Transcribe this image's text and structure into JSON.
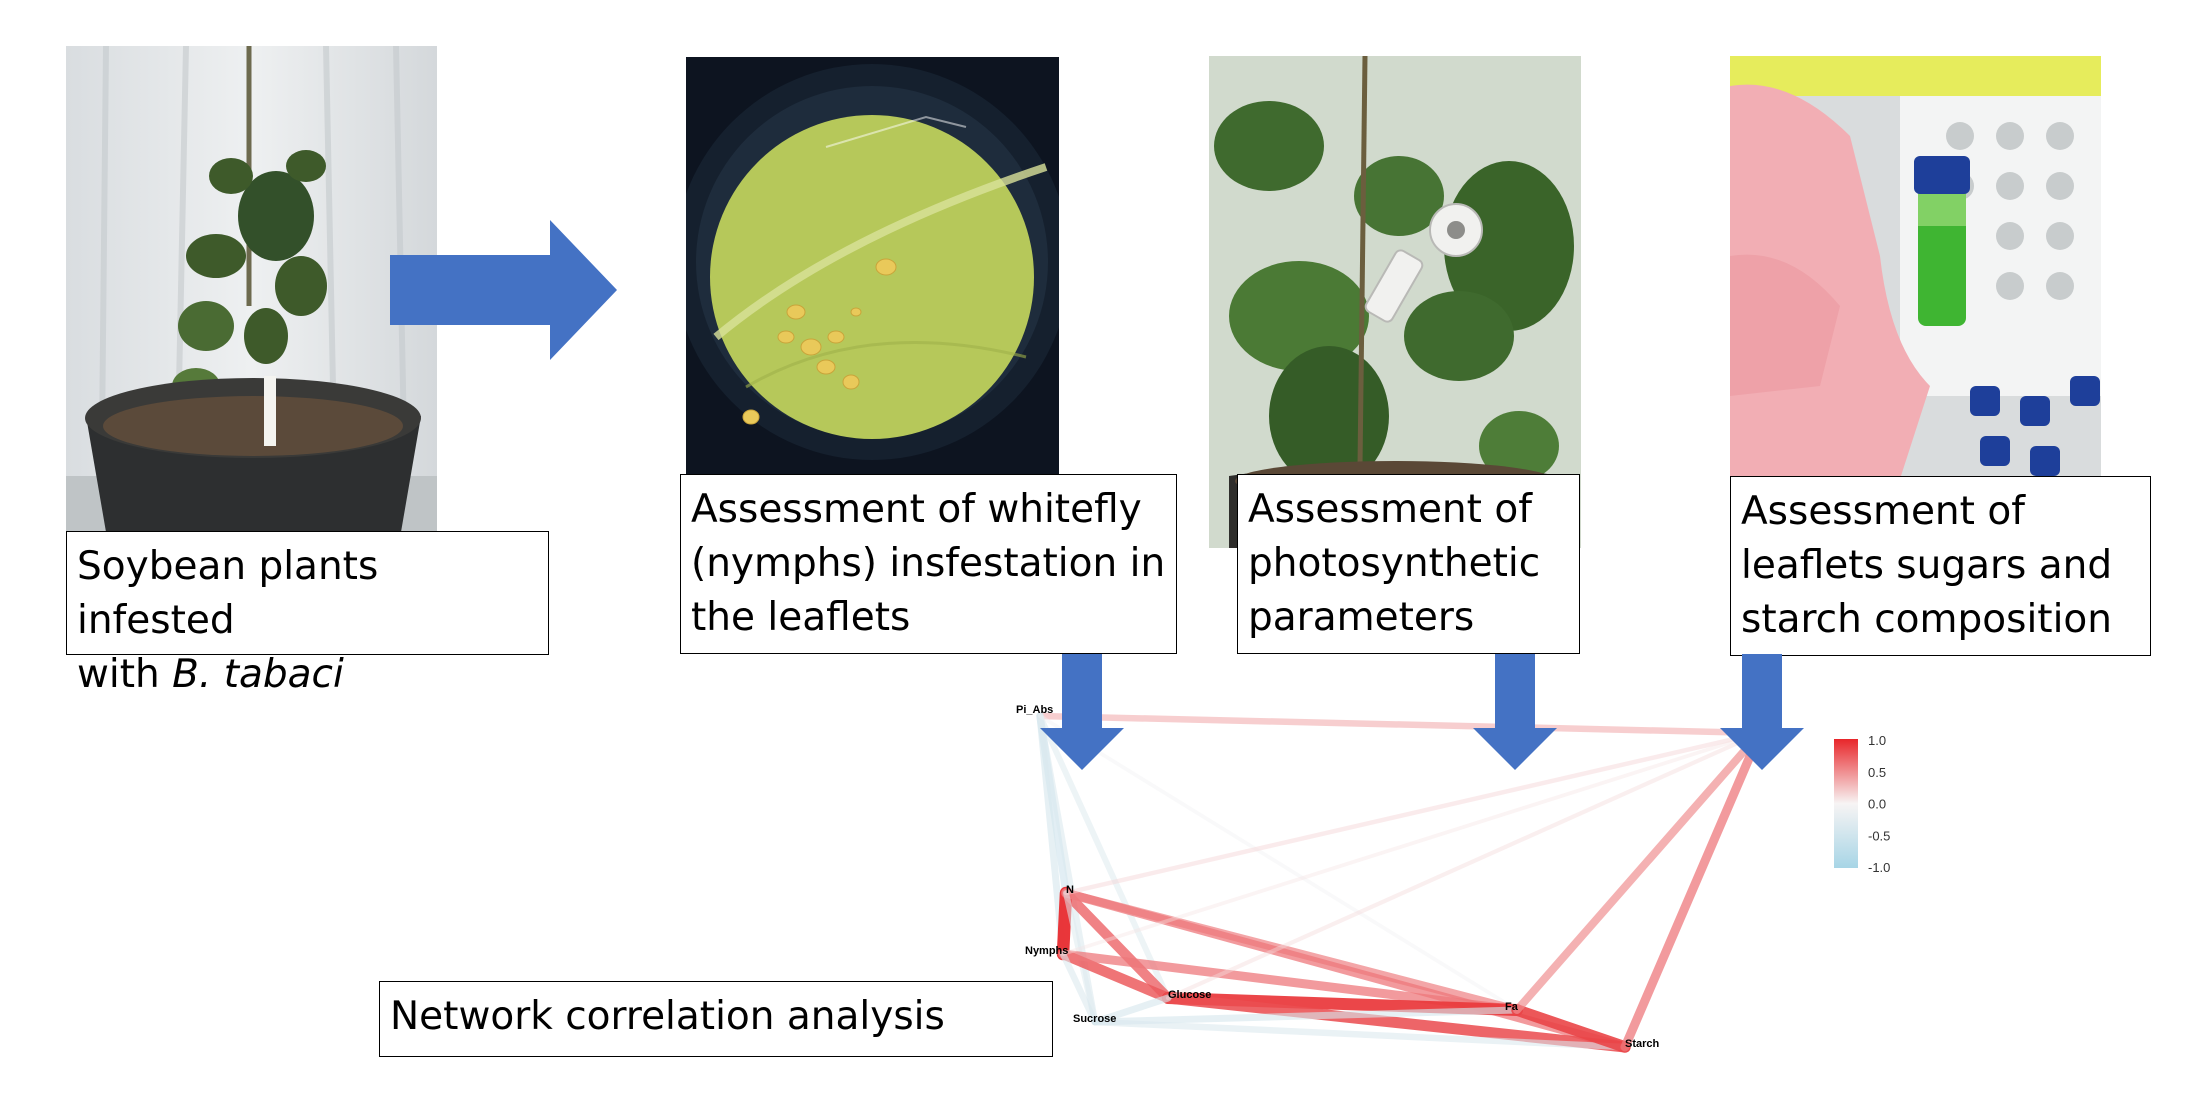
{
  "captions": {
    "soybean": {
      "line1": "Soybean plants infested",
      "line2_prefix": "with ",
      "line2_species": "B. tabaci"
    },
    "whitefly": {
      "line1": "Assessment of whitefly",
      "line2": "(nymphs) insfestation in",
      "line3": "the leaflets"
    },
    "photosynthesis": {
      "line1": "Assessment of",
      "line2": "photosynthetic",
      "line3": "parameters"
    },
    "sugars": {
      "line1": "Assessment of",
      "line2": "leaflets sugars and",
      "line3": "starch composition"
    },
    "network": "Network correlation analysis"
  },
  "network": {
    "nodes": [
      "Pi_Abs",
      "N",
      "Nymphs",
      "Sucrose",
      "Glucose",
      "Fa",
      "Starch"
    ],
    "legend": {
      "ticks": [
        "1.0",
        "0.5",
        "0.0",
        "-0.5",
        "-1.0"
      ],
      "range": [
        -1.0,
        1.0
      ],
      "colors": {
        "positive": "#e8262a",
        "zero": "#f7f4f4",
        "negative": "#a7d5e6"
      }
    },
    "edges": [
      {
        "from": "Pi_Abs",
        "to": "right_hub",
        "r": 0.35
      },
      {
        "from": "Pi_Abs",
        "to": "N",
        "r": -0.45
      },
      {
        "from": "Pi_Abs",
        "to": "Nymphs",
        "r": -0.4
      },
      {
        "from": "Pi_Abs",
        "to": "Sucrose",
        "r": -0.35
      },
      {
        "from": "Pi_Abs",
        "to": "Glucose",
        "r": -0.3
      },
      {
        "from": "Pi_Abs",
        "to": "Fa",
        "r": -0.08
      },
      {
        "from": "N",
        "to": "Nymphs",
        "r": 0.95
      },
      {
        "from": "N",
        "to": "Glucose",
        "r": 0.7
      },
      {
        "from": "N",
        "to": "Fa",
        "r": 0.55
      },
      {
        "from": "N",
        "to": "Starch",
        "r": 0.6
      },
      {
        "from": "N",
        "to": "Sucrose",
        "r": -0.3
      },
      {
        "from": "N",
        "to": "right_hub",
        "r": 0.15
      },
      {
        "from": "Nymphs",
        "to": "Glucose",
        "r": 0.75
      },
      {
        "from": "Nymphs",
        "to": "Fa",
        "r": 0.6
      },
      {
        "from": "Nymphs",
        "to": "Sucrose",
        "r": -0.35
      },
      {
        "from": "Nymphs",
        "to": "right_hub",
        "r": 0.08
      },
      {
        "from": "Glucose",
        "to": "Fa",
        "r": 0.9
      },
      {
        "from": "Glucose",
        "to": "Starch",
        "r": 0.8
      },
      {
        "from": "Glucose",
        "to": "Sucrose",
        "r": -0.4
      },
      {
        "from": "Glucose",
        "to": "right_hub",
        "r": 0.12
      },
      {
        "from": "Sucrose",
        "to": "Fa",
        "r": -0.4
      },
      {
        "from": "Sucrose",
        "to": "Starch",
        "r": -0.35
      },
      {
        "from": "Fa",
        "to": "Starch",
        "r": 0.85
      },
      {
        "from": "Fa",
        "to": "right_hub",
        "r": 0.5
      },
      {
        "from": "Starch",
        "to": "right_hub",
        "r": 0.6
      }
    ]
  },
  "colors": {
    "arrow": "#4472c4",
    "caption_border": "#000000"
  },
  "icons": {
    "flow_arrow": "right-arrow-icon",
    "down_arrow": "down-arrow-icon"
  }
}
